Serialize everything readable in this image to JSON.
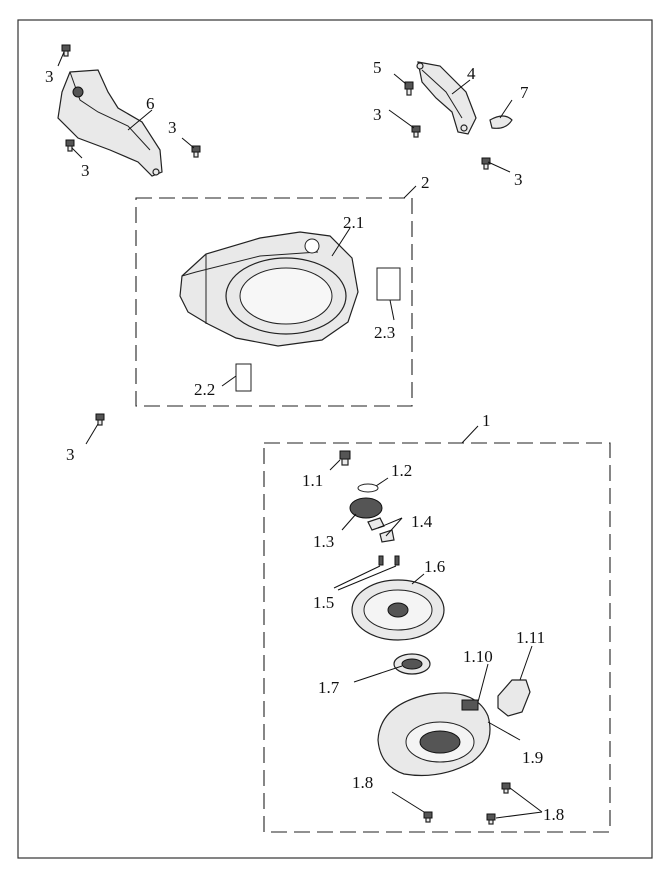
{
  "labels": {
    "l1": "1",
    "l1_1": "1.1",
    "l1_2": "1.2",
    "l1_3": "1.3",
    "l1_4": "1.4",
    "l1_5": "1.5",
    "l1_6": "1.6",
    "l1_7": "1.7",
    "l1_8a": "1.8",
    "l1_8b": "1.8",
    "l1_9": "1.9",
    "l1_10": "1.10",
    "l1_11": "1.11",
    "l2": "2",
    "l2_1": "2.1",
    "l2_2": "2.2",
    "l2_3": "2.3",
    "l3a": "3",
    "l3b": "3",
    "l3c": "3",
    "l3d": "3",
    "l3e": "3",
    "l3f": "3",
    "l4": "4",
    "l5": "5",
    "l6": "6",
    "l7": "7"
  }
}
